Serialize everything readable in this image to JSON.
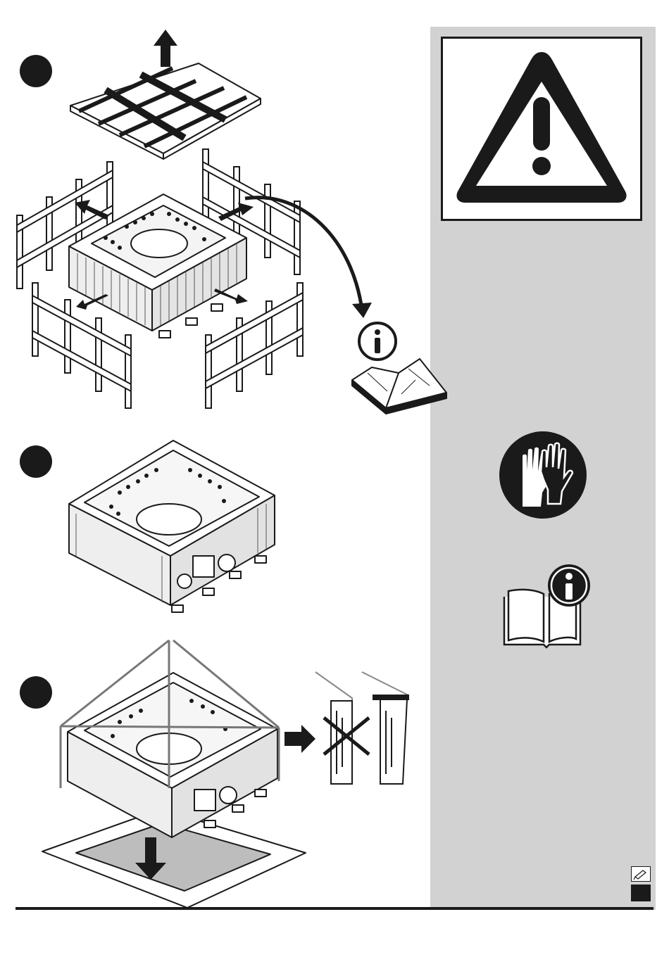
{
  "page": {
    "colors": {
      "ink": "#1a1a1a",
      "sidebar": "#d2d2d2",
      "paper": "#ffffff"
    },
    "steps": [
      {
        "name": "step-1-marker",
        "illustration": "unpack-crate"
      },
      {
        "name": "step-2-marker",
        "illustration": "spa-unpacked"
      },
      {
        "name": "step-3-marker",
        "illustration": "lower-spa-onto-base"
      }
    ],
    "sidebar_icons": [
      "warning-icon",
      "gloves-icon",
      "read-manual-icon"
    ],
    "corner_icons": [
      "pen-icon",
      "black-square"
    ]
  }
}
